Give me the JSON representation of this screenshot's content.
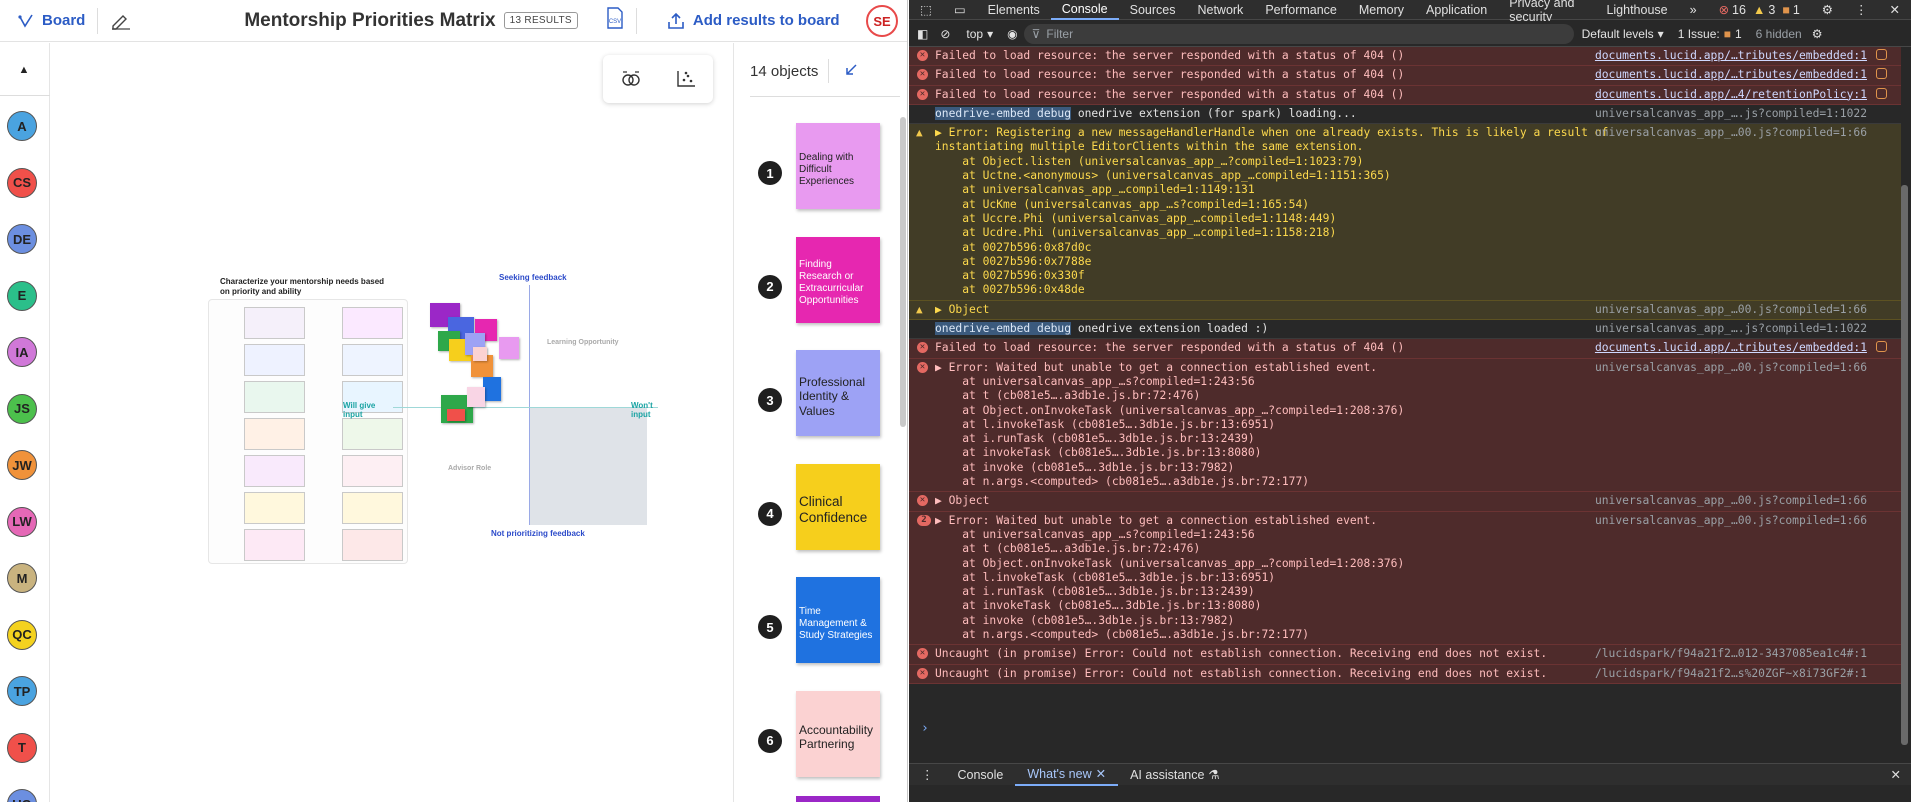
{
  "app": {
    "board_label": "Board",
    "title": "Mentorship Priorities Matrix",
    "results_badge": "13 RESULTS",
    "csv_label": "CSV",
    "add_results_label": "Add results to board",
    "user_initials": "SE"
  },
  "rail": {
    "avatars": [
      {
        "initials": "A",
        "color": "#4aa3e0"
      },
      {
        "initials": "CS",
        "color": "#f0504a"
      },
      {
        "initials": "DE",
        "color": "#6c8fe0"
      },
      {
        "initials": "E",
        "color": "#2bbf8a"
      },
      {
        "initials": "IA",
        "color": "#d078d8"
      },
      {
        "initials": "JS",
        "color": "#4cc04c"
      },
      {
        "initials": "JW",
        "color": "#f0923a"
      },
      {
        "initials": "LW",
        "color": "#e568b6"
      },
      {
        "initials": "M",
        "color": "#c9b37f"
      },
      {
        "initials": "QC",
        "color": "#f4d21f"
      },
      {
        "initials": "TP",
        "color": "#4aa3e0"
      },
      {
        "initials": "T",
        "color": "#f0504a"
      },
      {
        "initials": "UO",
        "color": "#6c8fe0"
      }
    ]
  },
  "canvas": {
    "board_heading": "Characterize your mentorship needs based on priority and ability",
    "axis_top": "Seeking feedback",
    "axis_bottom": "Not prioritizing feedback",
    "axis_left": "Will give input",
    "axis_right": "Won't input",
    "quad_tr": "Learning Opportunity",
    "quad_bl": "Advisor Role"
  },
  "results": {
    "count_label": "14 objects",
    "cards": [
      {
        "n": "1",
        "text": "Dealing with Difficult Experiences",
        "color": "#e89af0"
      },
      {
        "n": "2",
        "text": "Finding Research or Extracurricular Opportunities",
        "color": "#e627b0"
      },
      {
        "n": "3",
        "text": "Professional Identity & Values",
        "color": "#9da2f5"
      },
      {
        "n": "4",
        "text": "Clinical Confidence",
        "color": "#f6cf1c"
      },
      {
        "n": "5",
        "text": "Time Management & Study Strategies",
        "color": "#1f72e0"
      },
      {
        "n": "6",
        "text": "Accountability Partnering",
        "color": "#fbd2d2"
      }
    ]
  },
  "devtools": {
    "tabs": [
      "Elements",
      "Console",
      "Sources",
      "Network",
      "Performance",
      "Memory",
      "Application",
      "Privacy and security",
      "Lighthouse"
    ],
    "errors_count": "16",
    "warnings_count": "3",
    "info_count": "1",
    "context": "top",
    "filter_placeholder": "Filter",
    "levels": "Default levels",
    "issues": "1 Issue:",
    "issues_count": "1",
    "hidden": "6 hidden",
    "bottom_tabs": [
      "Console",
      "What's new",
      "AI assistance"
    ],
    "log": [
      {
        "type": "err",
        "text": "Failed to load resource: the server responded with a status of 404 ()",
        "src": "documents.lucid.app/…tributes/embedded:1",
        "link": true
      },
      {
        "type": "err",
        "text": "Failed to load resource: the server responded with a status of 404 ()",
        "src": "documents.lucid.app/…tributes/embedded:1",
        "link": true
      },
      {
        "type": "err",
        "text": "Failed to load resource: the server responded with a status of 404 ()",
        "src": "documents.lucid.app/…4/retentionPolicy:1",
        "link": true
      },
      {
        "type": "info",
        "sel": "onedrive-embed debug",
        "text": " onedrive extension (for spark) loading...",
        "src": "universalcanvas_app_….js?compiled=1:1022"
      },
      {
        "type": "warn",
        "text": "▶ Error: Registering a new messageHandlerHandle when one already exists. This is likely a result of\ninstantiating multiple EditorClients within the same extension.\n    at Object.listen (universalcanvas_app_…?compiled=1:1023:79)\n    at Uctne.<anonymous> (universalcanvas_app_…compiled=1:1151:365)\n    at universalcanvas_app_…compiled=1:1149:131\n    at UcKme (universalcanvas_app_…s?compiled=1:165:54)\n    at Uccre.Phi (universalcanvas_app_…compiled=1:1148:449)\n    at Ucdre.Phi (universalcanvas_app_…compiled=1:1158:218)\n    at 0027b596:0x87d0c\n    at 0027b596:0x7788e\n    at 0027b596:0x330f\n    at 0027b596:0x48de",
        "src": "universalcanvas_app_…00.js?compiled=1:66"
      },
      {
        "type": "warn",
        "text": "▶ Object",
        "src": "universalcanvas_app_…00.js?compiled=1:66"
      },
      {
        "type": "info",
        "sel": "onedrive-embed debug",
        "text": " onedrive extension loaded :)",
        "src": "universalcanvas_app_….js?compiled=1:1022"
      },
      {
        "type": "err",
        "text": "Failed to load resource: the server responded with a status of 404 ()",
        "src": "documents.lucid.app/…tributes/embedded:1",
        "link": true
      },
      {
        "type": "err",
        "text": "▶ Error: Waited but unable to get a connection established event.\n    at universalcanvas_app_…s?compiled=1:243:56\n    at t (cb081e5….a3db1e.js.br:72:476)\n    at Object.onInvokeTask (universalcanvas_app_…?compiled=1:208:376)\n    at l.invokeTask (cb081e5….3db1e.js.br:13:6951)\n    at i.runTask (cb081e5….3db1e.js.br:13:2439)\n    at invokeTask (cb081e5….3db1e.js.br:13:8080)\n    at invoke (cb081e5….3db1e.js.br:13:7982)\n    at n.args.<computed> (cb081e5….a3db1e.js.br:72:177)",
        "src": "universalcanvas_app_…00.js?compiled=1:66"
      },
      {
        "type": "err",
        "text": "▶ Object",
        "src": "universalcanvas_app_…00.js?compiled=1:66"
      },
      {
        "type": "err",
        "badge": "2",
        "text": "▶ Error: Waited but unable to get a connection established event.\n    at universalcanvas_app_…s?compiled=1:243:56\n    at t (cb081e5….a3db1e.js.br:72:476)\n    at Object.onInvokeTask (universalcanvas_app_…?compiled=1:208:376)\n    at l.invokeTask (cb081e5….3db1e.js.br:13:6951)\n    at i.runTask (cb081e5….3db1e.js.br:13:2439)\n    at invokeTask (cb081e5….3db1e.js.br:13:8080)\n    at invoke (cb081e5….3db1e.js.br:13:7982)\n    at n.args.<computed> (cb081e5….a3db1e.js.br:72:177)",
        "src": "universalcanvas_app_…00.js?compiled=1:66"
      },
      {
        "type": "err",
        "text": "Uncaught (in promise) Error: Could not establish connection. Receiving end does not exist.",
        "src": "/lucidspark/f94a21f2…012-3437085ea1c4#:1"
      },
      {
        "type": "err",
        "text": "Uncaught (in promise) Error: Could not establish connection. Receiving end does not exist.",
        "src": "/lucidspark/f94a21f2…s%20ZGF~x8i73GF2#:1"
      }
    ]
  }
}
